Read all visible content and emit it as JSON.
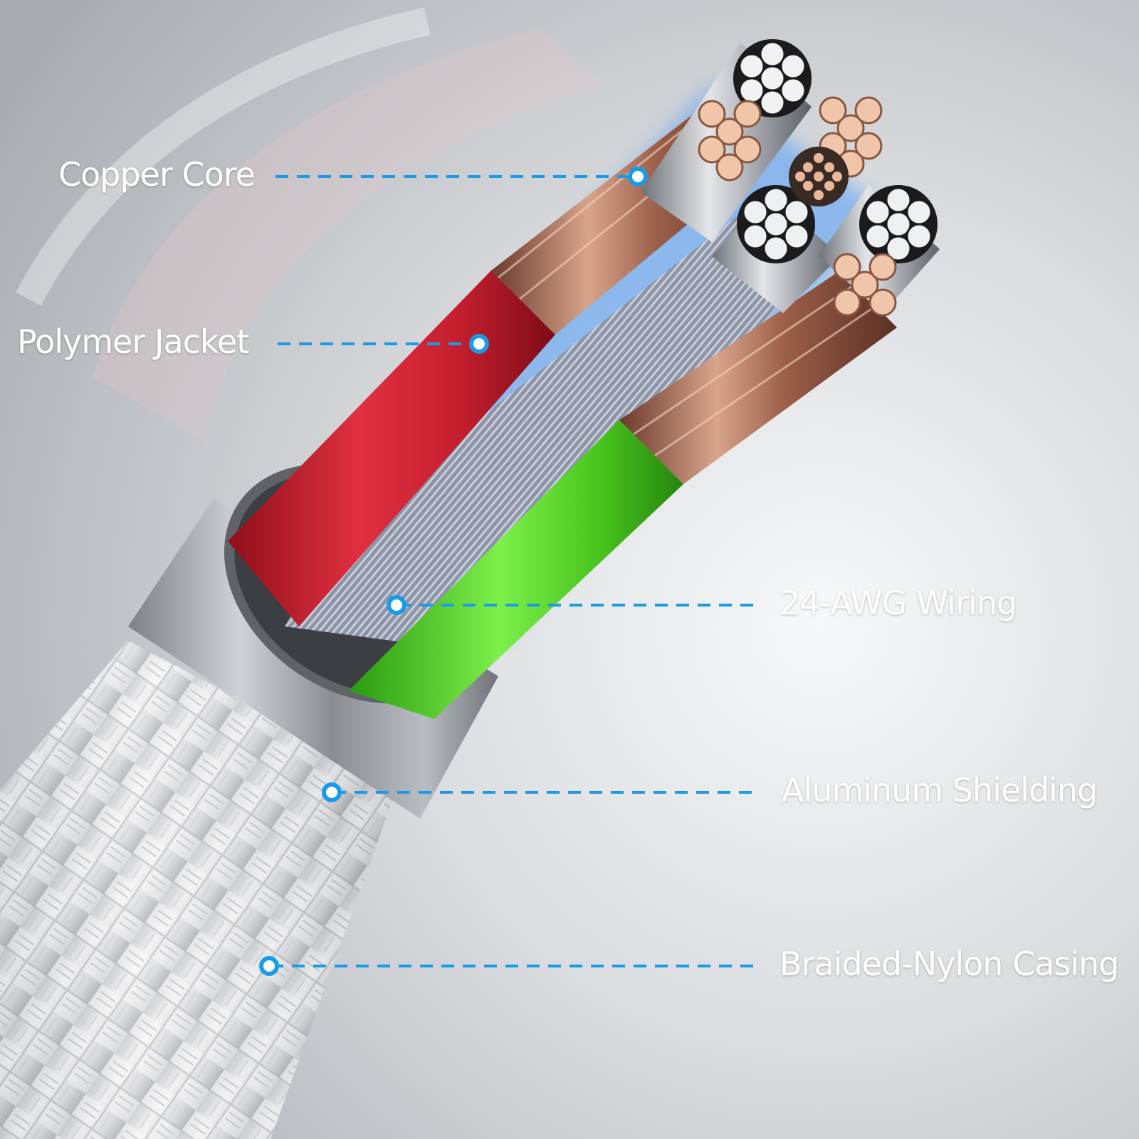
{
  "callouts": [
    {
      "id": "copper-core",
      "label": "Copper Core"
    },
    {
      "id": "polymer-jacket",
      "label": "Polymer Jacket"
    },
    {
      "id": "awg-wiring",
      "label": "24-AWG Wiring"
    },
    {
      "id": "aluminum-shielding",
      "label": "Aluminum Shielding"
    },
    {
      "id": "braided-nylon-casing",
      "label": "Braided-Nylon Casing"
    }
  ],
  "colors": {
    "callout_line": "#1a9be8",
    "label_text": "#ffffff",
    "jacket_red": "#d0283a",
    "jacket_green": "#4ed024",
    "copper": "#c98a6e",
    "aluminum": "#a9adb3",
    "braid": "#e8e8e8"
  }
}
